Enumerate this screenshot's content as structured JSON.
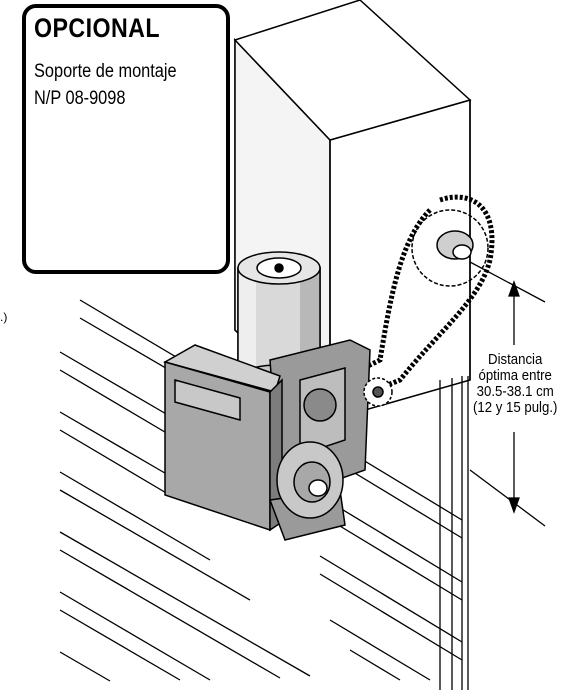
{
  "callout": {
    "title": "OPCIONAL",
    "line1": "Soporte de montaje",
    "line2": "N/P 08-9098"
  },
  "dimension": {
    "line1": "Distancia",
    "line2": "óptima entre",
    "line3": "30.5-38.1 cm",
    "line4": "(12 y 15 pulg.)"
  },
  "edge_fragment": ".)"
}
